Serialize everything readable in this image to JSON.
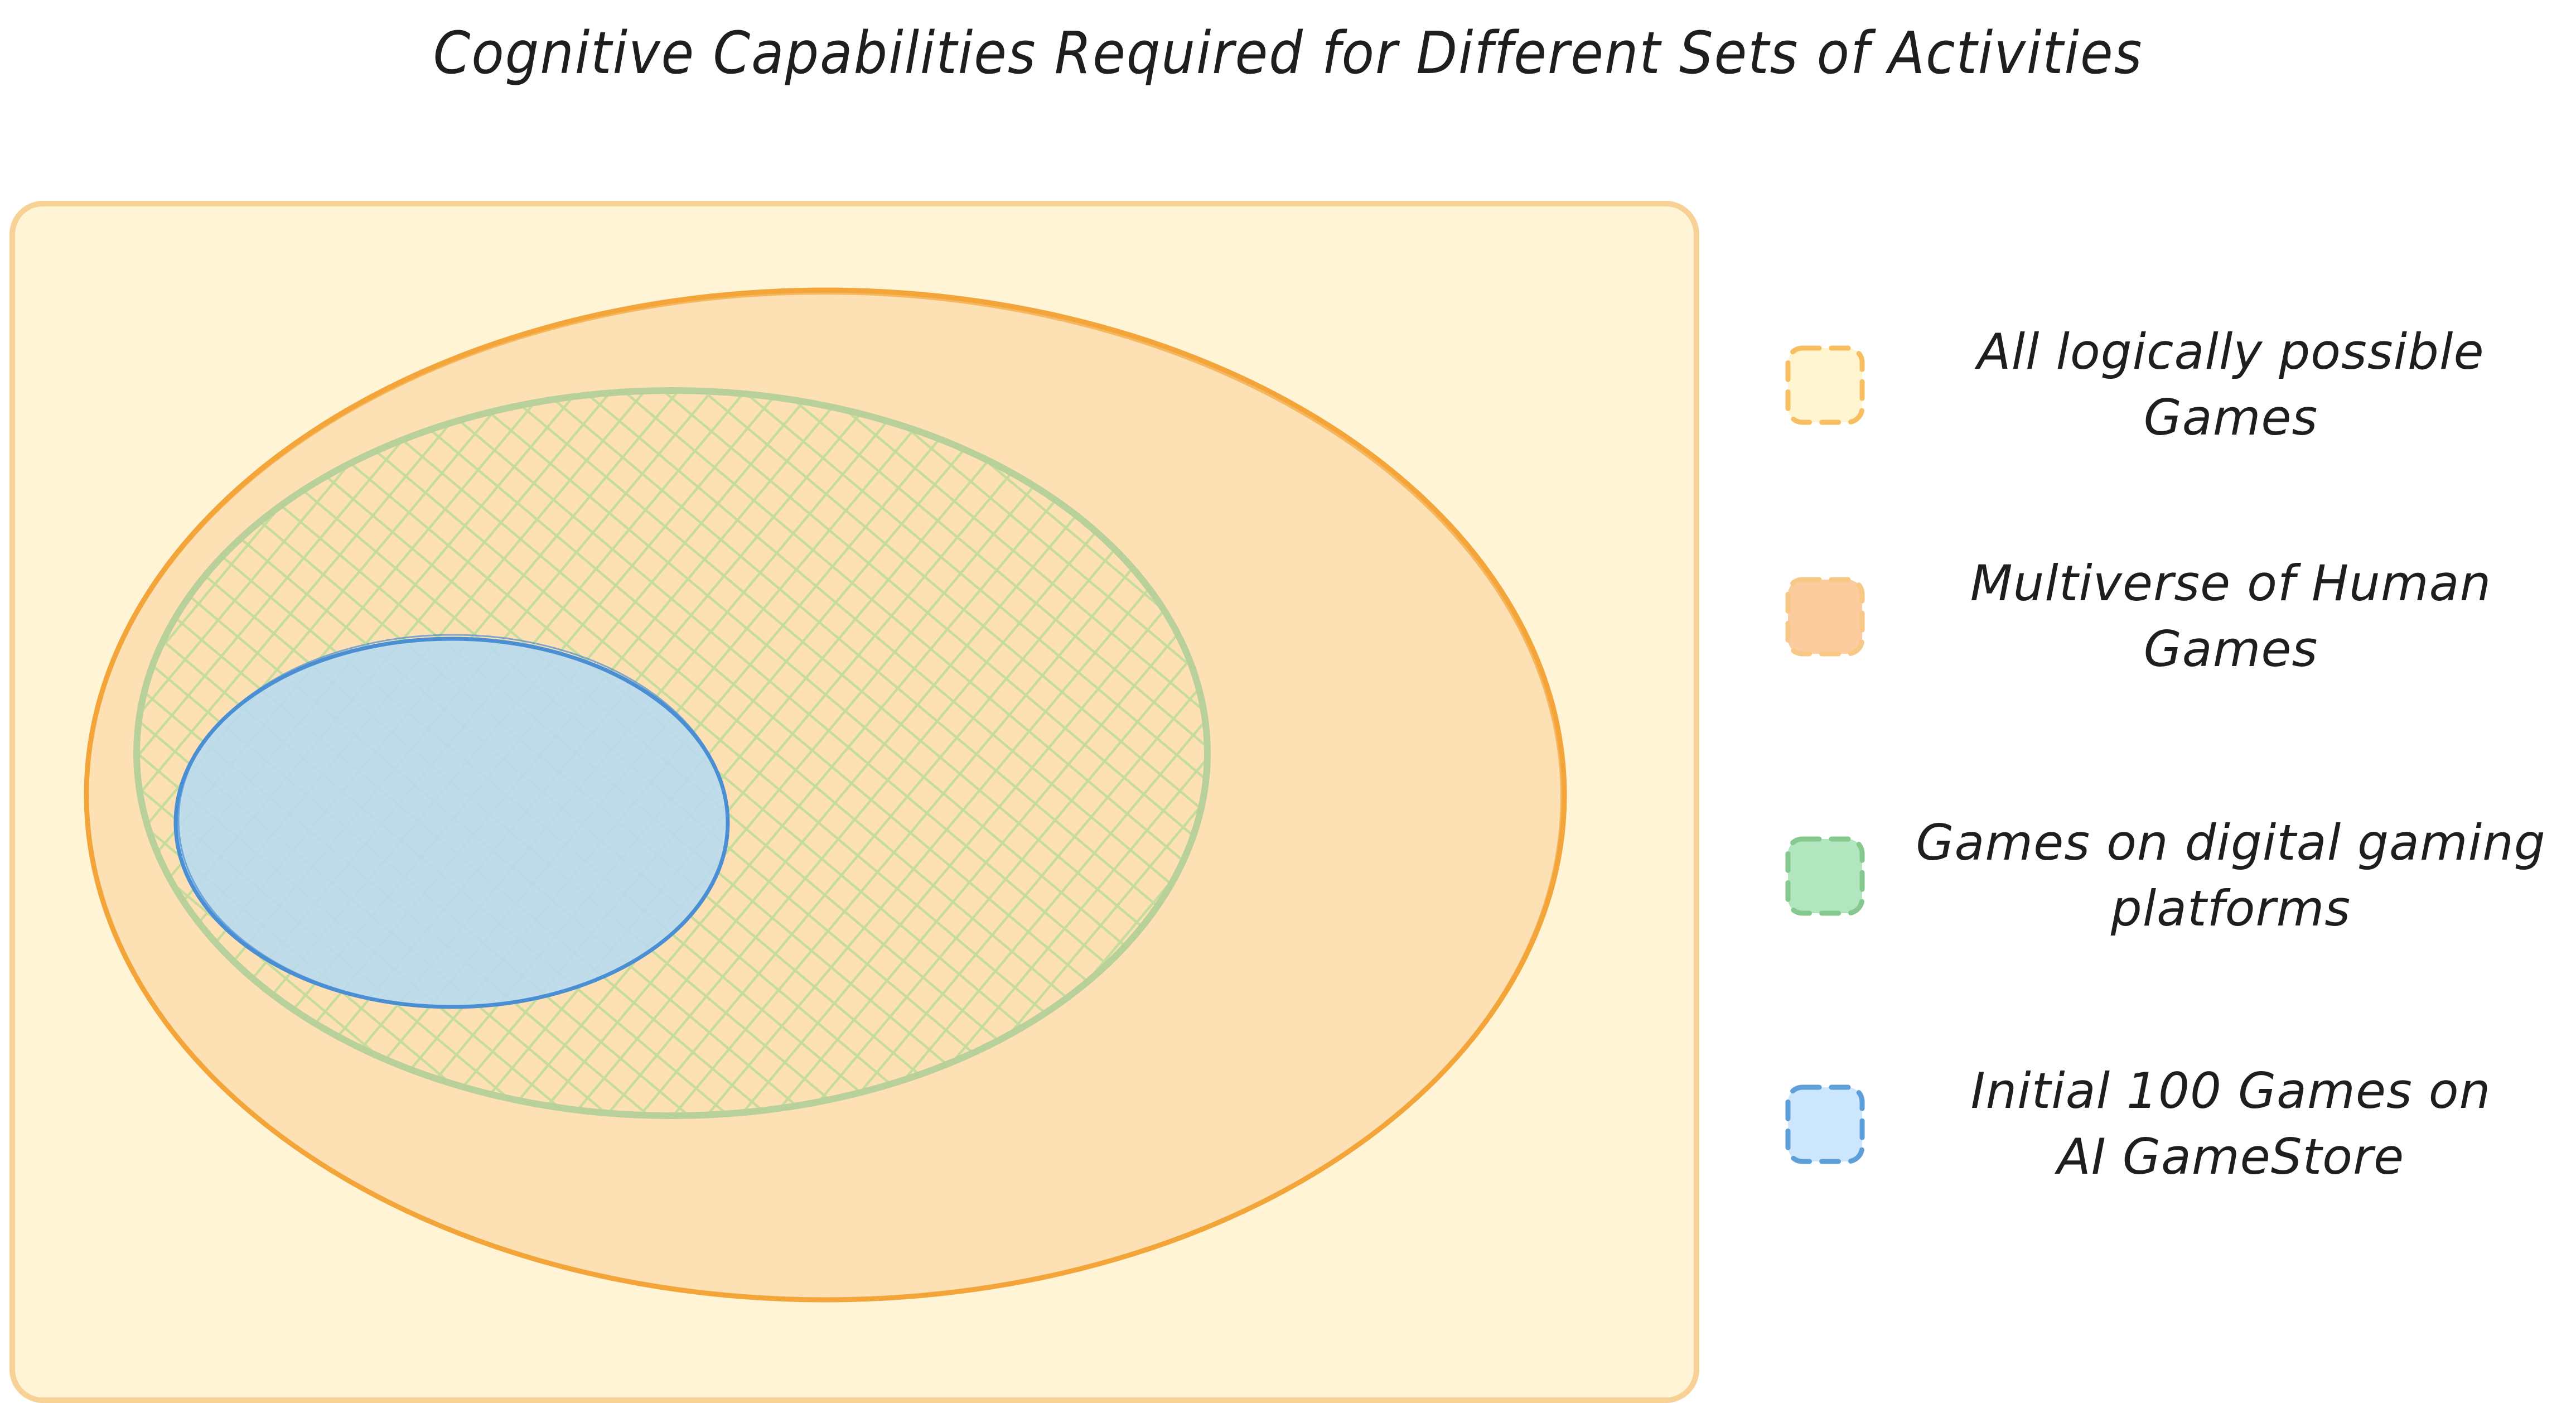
{
  "title": "Cognitive Capabilities Required for Different Sets of Activities",
  "colors": {
    "background": "#ffffff",
    "frame_fill": "#fff5d6",
    "frame_stroke": "#f8d196",
    "human_fill": "#fde1b4",
    "human_stroke": "#f4a53a",
    "digital_hatch": "#c6dc9c",
    "digital_stroke": "#b8d09a",
    "store_fill": "#c0dcea",
    "store_stroke": "#4a8fd4",
    "text": "#1e1e1e"
  },
  "sets": [
    {
      "id": "all-games",
      "label": "All logically possible Games",
      "shape": "rounded-rectangle",
      "contains": [
        "human-games"
      ]
    },
    {
      "id": "human-games",
      "label": "Multiverse of Human Games",
      "shape": "ellipse",
      "contains": [
        "digital-games"
      ]
    },
    {
      "id": "digital-games",
      "label": "Games on digital gaming platforms",
      "shape": "ellipse-crosshatched",
      "contains": [
        "ai-gamestore"
      ]
    },
    {
      "id": "ai-gamestore",
      "label": "Initial 100 Games on AI GameStore",
      "shape": "ellipse",
      "contains": []
    }
  ],
  "legend": [
    {
      "line1": "All logically possible",
      "line2": "Games",
      "swatch_fill": "#fff5d1",
      "swatch_stroke": "#f7bf62"
    },
    {
      "line1": "Multiverse of Human",
      "line2": "Games",
      "swatch_fill": "#fccb9e",
      "swatch_stroke": "#f8c886"
    },
    {
      "line1": "Games on digital gaming",
      "line2": "platforms",
      "swatch_fill": "#b2e6be",
      "swatch_stroke": "#86c98e"
    },
    {
      "line1": "Initial 100 Games on",
      "line2": "AI GameStore",
      "swatch_fill": "#cce7fd",
      "swatch_stroke": "#5c9fd9"
    }
  ]
}
